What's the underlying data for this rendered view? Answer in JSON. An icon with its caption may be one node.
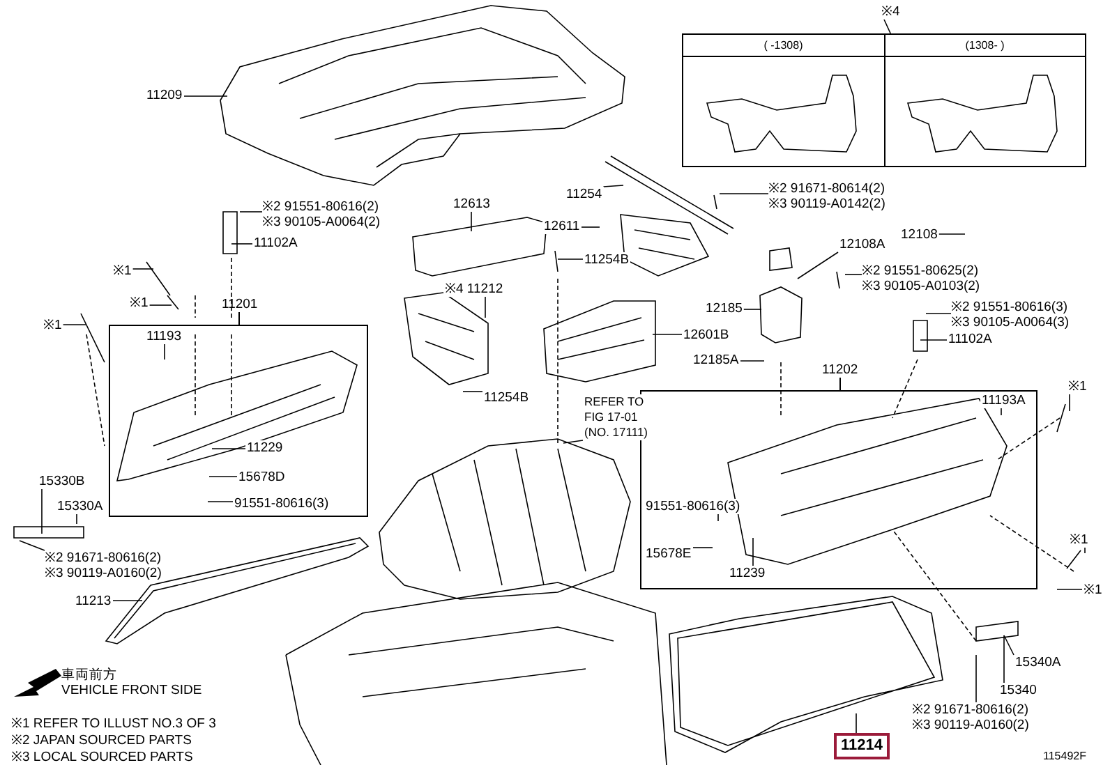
{
  "diagram": {
    "nodes": [
      {
        "text": [
          "11209"
        ]
      },
      {
        "text": [
          "( -1308)",
          "(1308- )"
        ]
      },
      {
        "text": [
          "※4"
        ]
      },
      {
        "text": [
          "※2 91551-80616(2)",
          "※3 90105-A0064(2)"
        ]
      },
      {
        "text": [
          "11102A"
        ]
      },
      {
        "text": [
          "※1"
        ]
      },
      {
        "text": [
          "※1"
        ]
      },
      {
        "text": [
          "※1"
        ]
      },
      {
        "text": [
          "11201"
        ]
      },
      {
        "text": [
          "11193"
        ],
        "in": 8
      },
      {
        "text": [
          "11229"
        ],
        "in": 8
      },
      {
        "text": [
          "15678D"
        ],
        "in": 8
      },
      {
        "text": [
          "91551-80616(3)"
        ],
        "in": 8
      },
      {
        "text": [
          "15330B"
        ]
      },
      {
        "text": [
          "15330A"
        ]
      },
      {
        "text": [
          "※2 91671-80616(2)",
          "※3 90119-A0160(2)"
        ]
      },
      {
        "text": [
          "11213"
        ]
      },
      {
        "text": [
          "12613"
        ]
      },
      {
        "text": [
          "※4 11212"
        ]
      },
      {
        "text": [
          "11254B"
        ]
      },
      {
        "text": [
          "12611"
        ]
      },
      {
        "text": [
          "11254"
        ]
      },
      {
        "text": [
          "※2 91671-80614(2)",
          "※3 90119-A0142(2)"
        ]
      },
      {
        "text": [
          "12108"
        ]
      },
      {
        "text": [
          "12108A"
        ]
      },
      {
        "text": [
          "※2 91551-80625(2)",
          "※3 90105-A0103(2)"
        ]
      },
      {
        "text": [
          "12185"
        ]
      },
      {
        "text": [
          "12601B"
        ]
      },
      {
        "text": [
          "12185A"
        ]
      },
      {
        "text": [
          "※2 91551-80616(3)",
          "※3 90105-A0064(3)"
        ]
      },
      {
        "text": [
          "11102A"
        ]
      },
      {
        "text": [
          "11202"
        ]
      },
      {
        "text": [
          "11193A"
        ],
        "in": 31
      },
      {
        "text": [
          "91551-80616(3)"
        ],
        "in": 31
      },
      {
        "text": [
          "15678E"
        ],
        "in": 31
      },
      {
        "text": [
          "11239"
        ],
        "in": 31
      },
      {
        "text": [
          "※1"
        ]
      },
      {
        "text": [
          "※1"
        ]
      },
      {
        "text": [
          "※1"
        ]
      },
      {
        "text": [
          "REFER TO FIG 17-01 (NO. 17111)"
        ]
      },
      {
        "text": [
          "11254B"
        ]
      },
      {
        "text": [
          "15340A"
        ]
      },
      {
        "text": [
          "15340"
        ]
      },
      {
        "text": [
          "※2 91671-80616(2)",
          "※3 90119-A0160(2)"
        ]
      },
      {
        "text": [
          "11214"
        ]
      }
    ],
    "edges": [
      {
        "from": 2,
        "to": 1,
        "arrow": "none"
      },
      {
        "from": 0,
        "to": null,
        "arrow": "none"
      },
      {
        "from": 3,
        "to": null,
        "arrow": "none"
      },
      {
        "from": 4,
        "to": null,
        "arrow": "none"
      },
      {
        "from": 5,
        "to": null,
        "arrow": "none"
      },
      {
        "from": 6,
        "to": null,
        "arrow": "none"
      },
      {
        "from": 7,
        "to": null,
        "arrow": "none"
      },
      {
        "from": 9,
        "to": null,
        "arrow": "none"
      },
      {
        "from": 10,
        "to": null,
        "arrow": "none"
      },
      {
        "from": 11,
        "to": null,
        "arrow": "none"
      },
      {
        "from": 12,
        "to": null,
        "arrow": "none"
      },
      {
        "from": 13,
        "to": null,
        "arrow": "none"
      },
      {
        "from": 14,
        "to": null,
        "arrow": "none"
      },
      {
        "from": 15,
        "to": null,
        "arrow": "none"
      },
      {
        "from": 16,
        "to": null,
        "arrow": "none"
      },
      {
        "from": 17,
        "to": null,
        "arrow": "none"
      },
      {
        "from": 18,
        "to": null,
        "arrow": "none"
      },
      {
        "from": 19,
        "to": null,
        "arrow": "none"
      },
      {
        "from": 20,
        "to": null,
        "arrow": "none"
      },
      {
        "from": 21,
        "to": null,
        "arrow": "none"
      },
      {
        "from": 22,
        "to": null,
        "arrow": "none"
      },
      {
        "from": 23,
        "to": null,
        "arrow": "none"
      },
      {
        "from": 24,
        "to": null,
        "arrow": "none"
      },
      {
        "from": 25,
        "to": null,
        "arrow": "none"
      },
      {
        "from": 26,
        "to": null,
        "arrow": "none"
      },
      {
        "from": 27,
        "to": null,
        "arrow": "none"
      },
      {
        "from": 28,
        "to": null,
        "arrow": "none"
      },
      {
        "from": 29,
        "to": null,
        "arrow": "none"
      },
      {
        "from": 30,
        "to": null,
        "arrow": "none"
      },
      {
        "from": 32,
        "to": null,
        "arrow": "none"
      },
      {
        "from": 33,
        "to": null,
        "arrow": "none"
      },
      {
        "from": 34,
        "to": null,
        "arrow": "none"
      },
      {
        "from": 35,
        "to": null,
        "arrow": "none"
      },
      {
        "from": 36,
        "to": null,
        "arrow": "none"
      },
      {
        "from": 37,
        "to": null,
        "arrow": "none"
      },
      {
        "from": 38,
        "to": null,
        "arrow": "none"
      },
      {
        "from": 39,
        "to": null,
        "arrow": "none"
      },
      {
        "from": 40,
        "to": null,
        "arrow": "none"
      },
      {
        "from": 41,
        "to": null,
        "arrow": "none"
      },
      {
        "from": 42,
        "to": null,
        "arrow": "none"
      },
      {
        "from": 43,
        "to": null,
        "arrow": "none"
      },
      {
        "from": 44,
        "to": null,
        "arrow": "none"
      }
    ],
    "labels": [
      "車両前方",
      "VEHICLE FRONT SIDE",
      "※1 REFER TO ILLUST NO.3 OF 3",
      "※2 JAPAN SOURCED PARTS",
      "※3 LOCAL SOURCED PARTS",
      "115492F"
    ]
  }
}
